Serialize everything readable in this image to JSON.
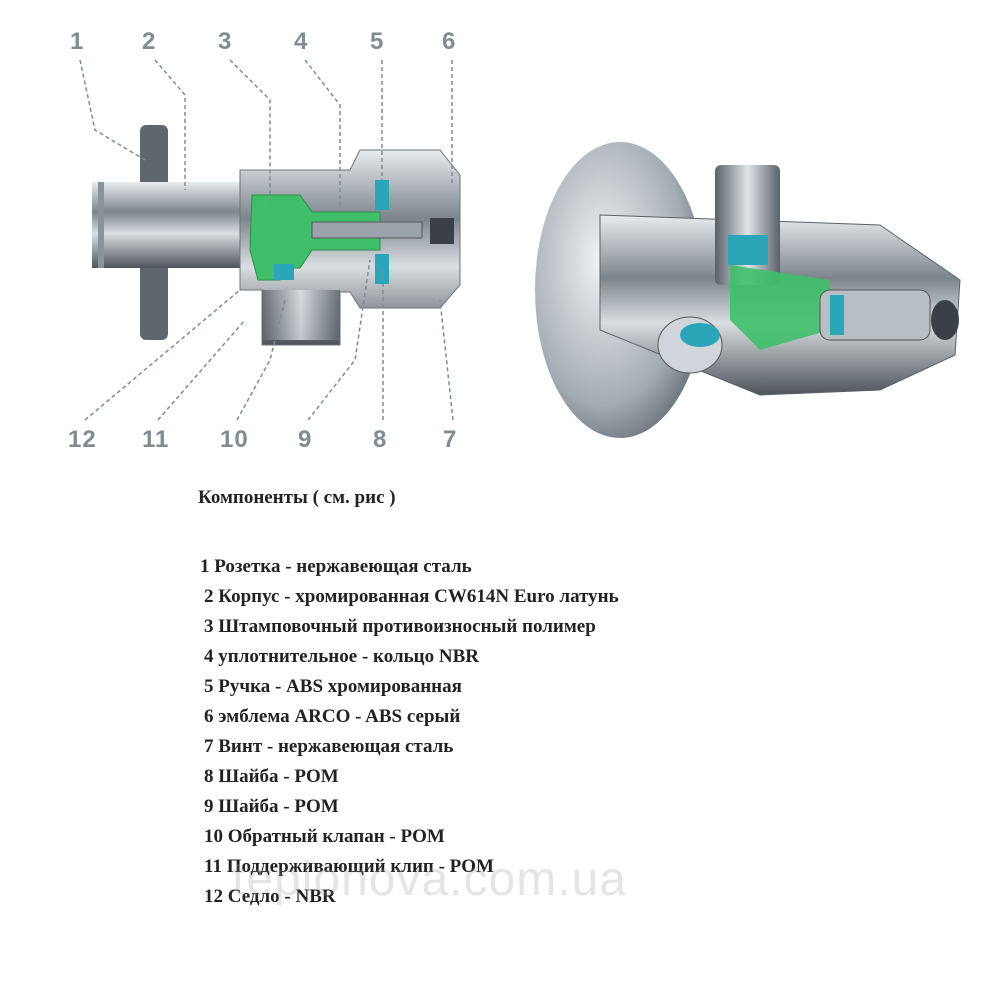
{
  "callouts_top": [
    "1",
    "2",
    "3",
    "4",
    "5",
    "6"
  ],
  "callouts_bottom": [
    "12",
    "11",
    "10",
    "9",
    "8",
    "7"
  ],
  "title": "Компоненты ( см. рис )",
  "components": [
    "1 Розетка - нержавеющая сталь",
    "2 Корпус - хромированная CW614N Euro латунь",
    "3 Штамповочный противоизносный полимер",
    "4 уплотнительное - кольцо NBR",
    "5 Ручка -  ABS хромированная",
    "6 эмблема ARCO - ABS серый",
    "7 Винт - нержавеющая сталь",
    "8 Шайба - POM",
    "9 Шайба - POM",
    "10 Обратный клапан - POM",
    "11 Поддерживающий клип - POM",
    "12 Седло - NBR"
  ],
  "watermark": "teplonova.com.ua",
  "colors": {
    "callout": "#7f8c93",
    "polymer": "#3fbf6a",
    "washer": "#2aa6b8",
    "chrome": "#9aa3aa"
  }
}
